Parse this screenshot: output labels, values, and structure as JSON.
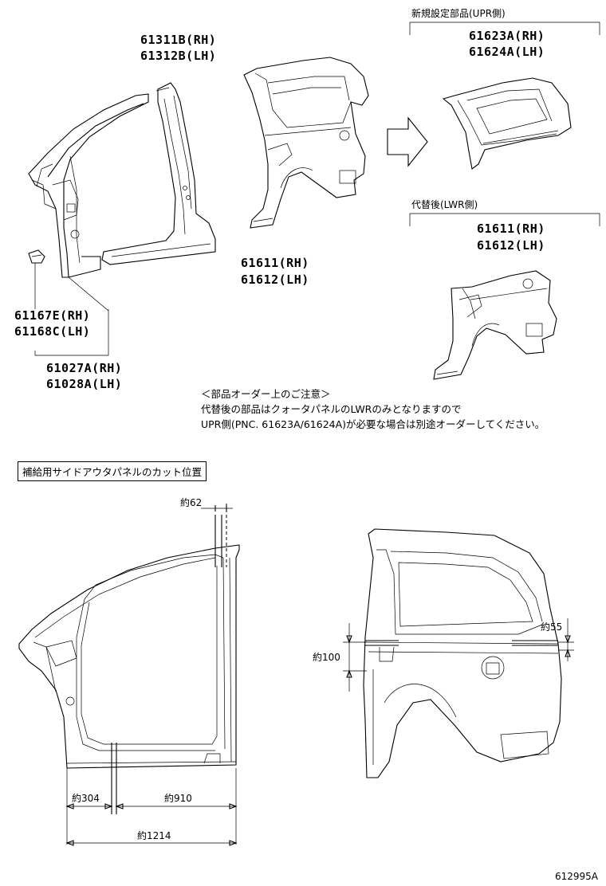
{
  "top_diagram": {
    "parts": {
      "front_pillar_rh": "61311B(RH)",
      "front_pillar_lh": "61312B(LH)",
      "quarter_rh": "61611(RH)",
      "quarter_lh": "61612(LH)",
      "clip_rh": "61167E(RH)",
      "clip_lh": "61168C(LH)",
      "side_outer_rh": "61027A(RH)",
      "side_outer_lh": "61028A(LH)",
      "upr_rh": "61623A(RH)",
      "upr_lh": "61624A(LH)",
      "lwr_rh": "61611(RH)",
      "lwr_lh": "61612(LH)"
    },
    "upr_header": "新規設定部品(UPR側)",
    "lwr_header": "代替後(LWR側)",
    "note": {
      "title": "＜部品オーダー上のご注意＞",
      "line1": "代替後の部品はクォータパネルのLWRのみとなりますので",
      "line2": "UPR側(PNC. 61623A/61624A)が必要な場合は別途オーダーしてください。"
    }
  },
  "cut_section": {
    "title": "補給用サイドアウタパネルのカット位置",
    "dims": {
      "d62": "約62",
      "d304": "約304",
      "d910": "約910",
      "d1214": "約1214",
      "d100": "約100",
      "d55": "約55"
    }
  },
  "footer": {
    "diagram_id": "612995A"
  }
}
